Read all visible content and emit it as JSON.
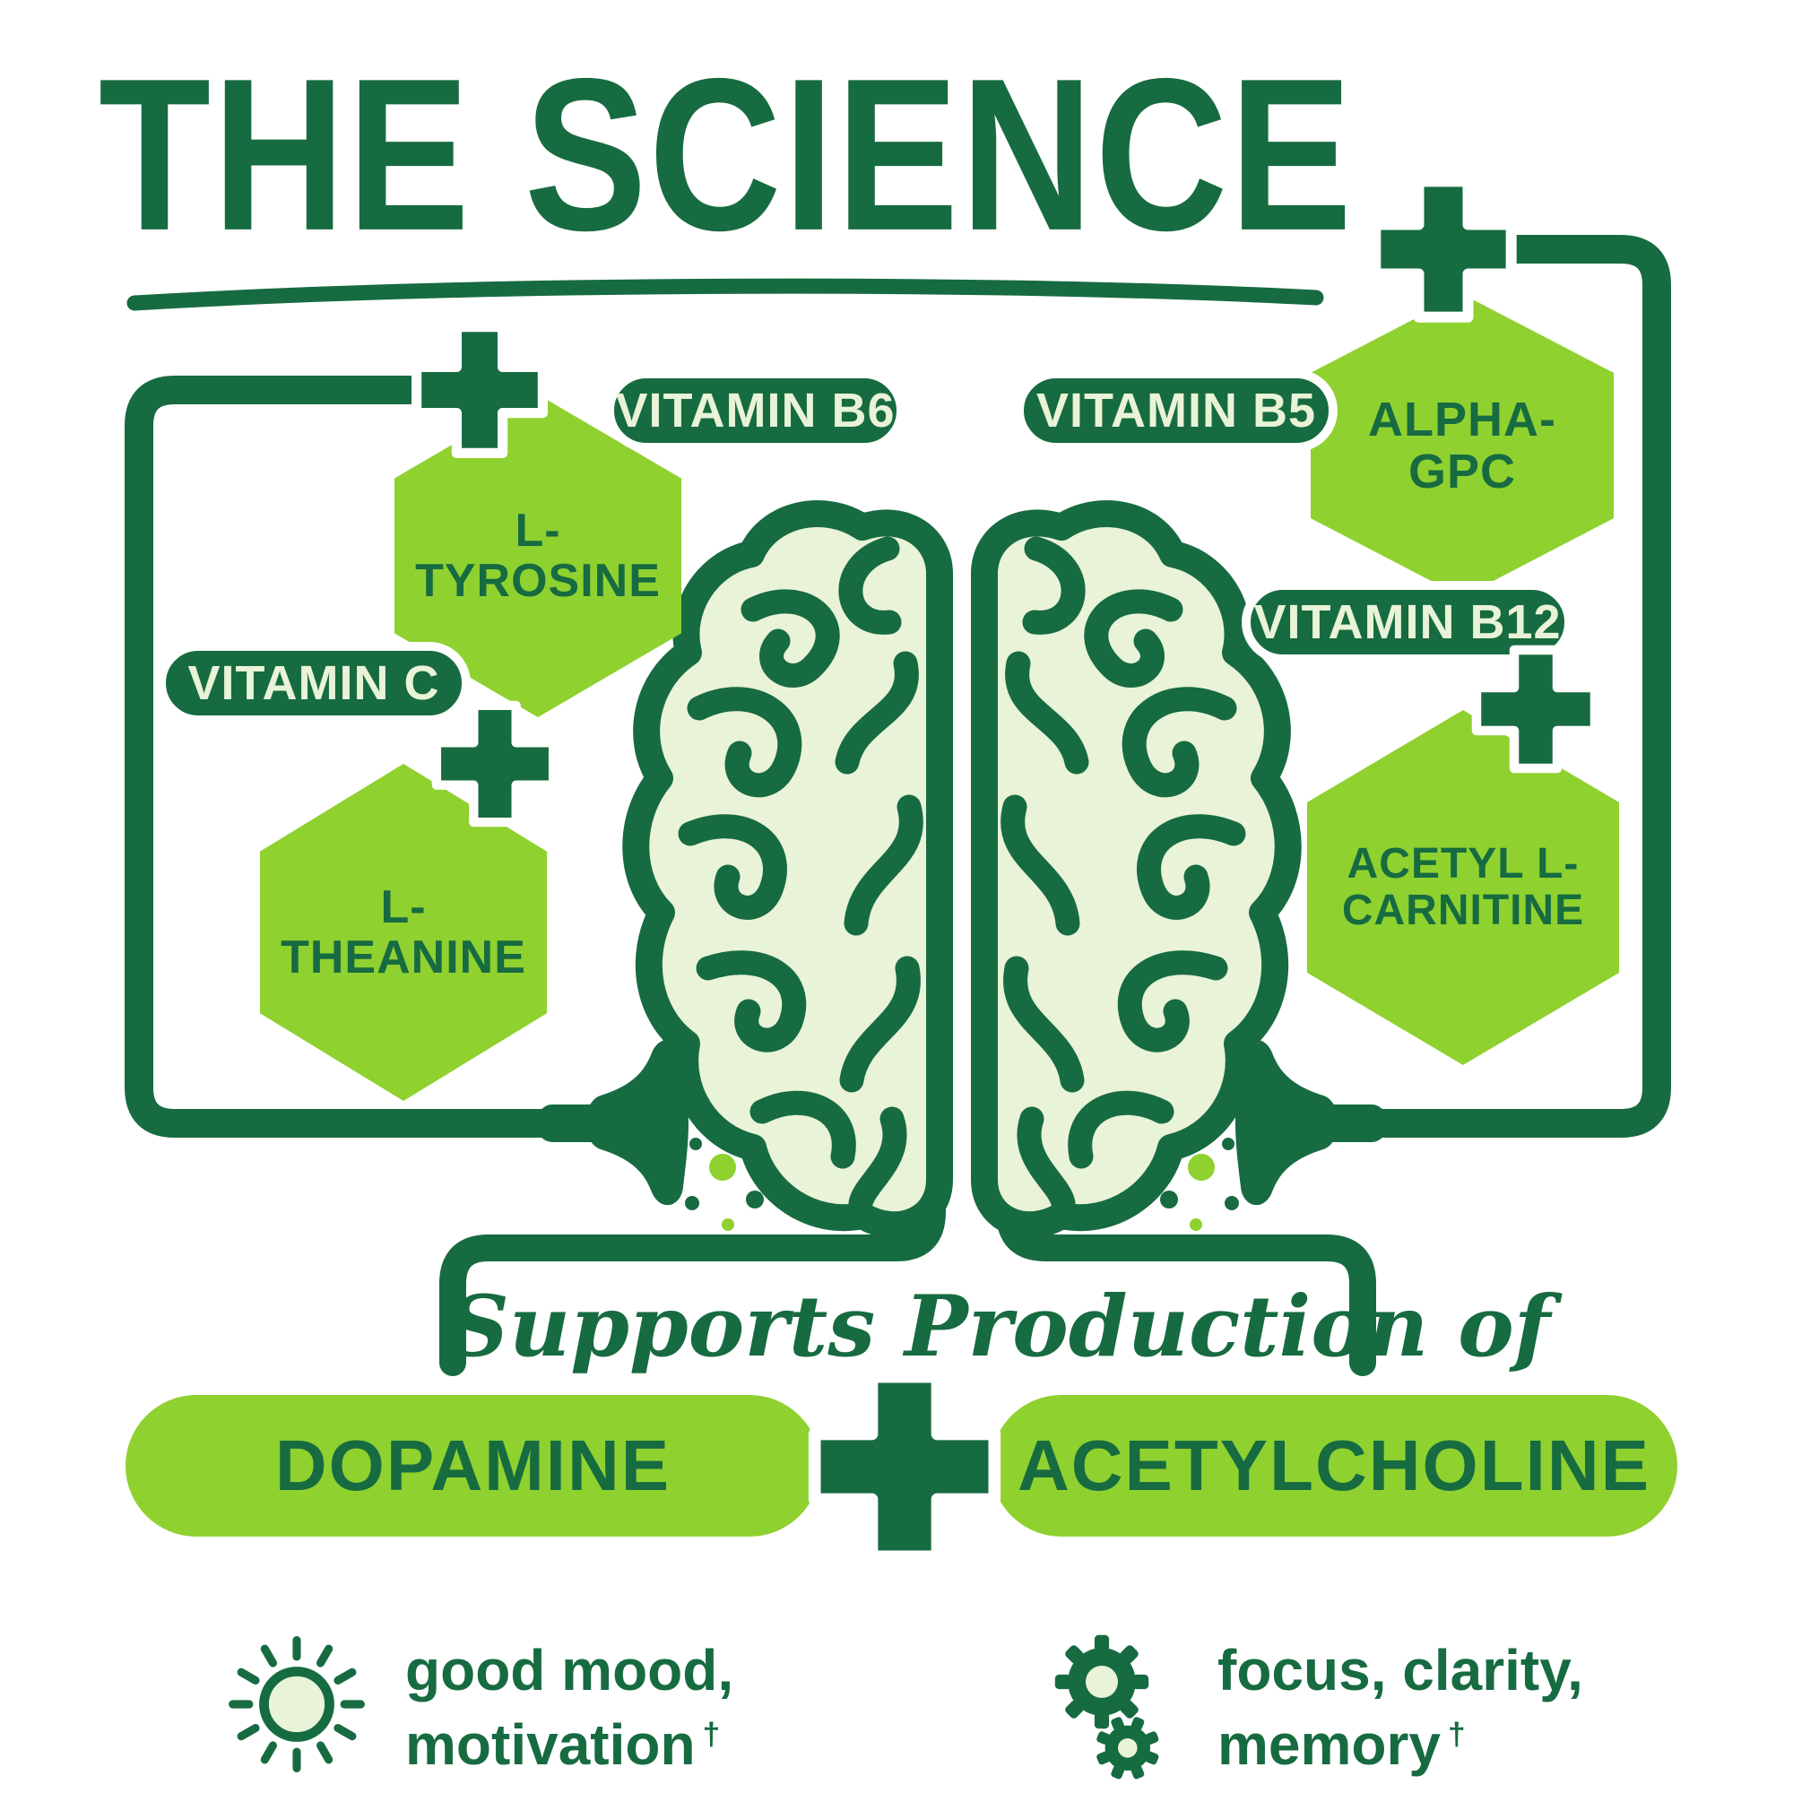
{
  "title": "THE SCIENCE",
  "colors": {
    "dark_green": "#176B41",
    "light_green": "#8FD12F",
    "pale_green": "#E9F3D7",
    "background": "#FFFFFF"
  },
  "ingredients": {
    "vitamin_b6": "VITAMIN B6",
    "l_tyrosine": "L-TYROSINE",
    "vitamin_c": "VITAMIN C",
    "l_theanine": "L-THEANINE",
    "vitamin_b5": "VITAMIN B5",
    "alpha_gpc": "ALPHA-GPC",
    "vitamin_b12": "VITAMIN B12",
    "acetyl_l_carnitine": "ACETYL L-CARNITINE"
  },
  "production": {
    "heading": "Supports Production of",
    "dopamine": "DOPAMINE",
    "acetylcholine": "ACETYLCHOLINE"
  },
  "benefits": {
    "dopamine": {
      "icon": "sun-icon",
      "line1": "good mood,",
      "line2": "motivation",
      "dagger": "†"
    },
    "acetylcholine": {
      "icon": "gears-icon",
      "line1": "focus, clarity,",
      "line2": "memory",
      "dagger": "†"
    }
  },
  "icons": {
    "center": "brain-illustration",
    "signal_left": "synapse-icon",
    "signal_right": "synapse-icon",
    "combine": "plus-icon"
  }
}
